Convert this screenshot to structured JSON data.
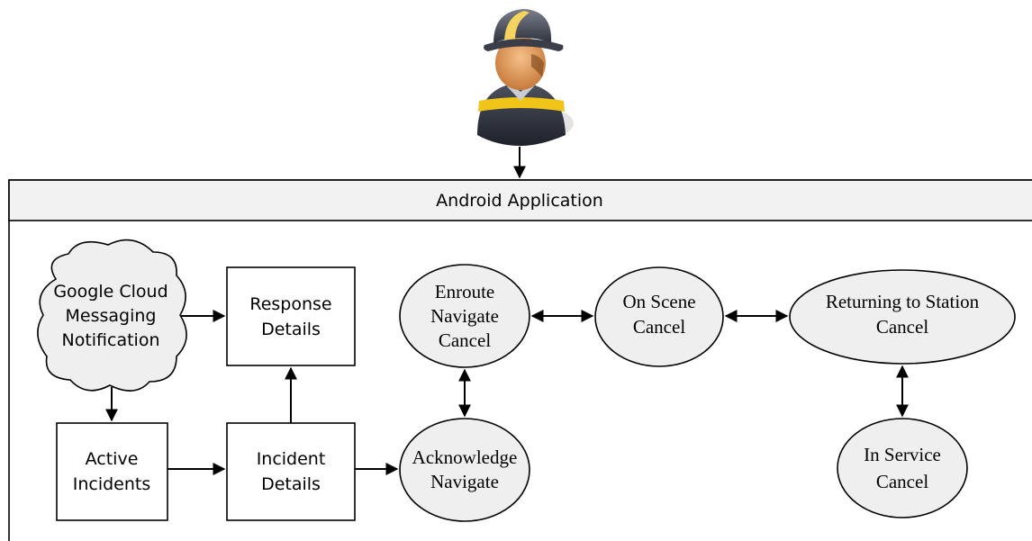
{
  "container": {
    "title": "Android Application"
  },
  "cloud": {
    "lines": [
      "Google Cloud",
      "Messaging",
      "Notification"
    ]
  },
  "boxes": {
    "response_details": [
      "Response",
      "Details"
    ],
    "active_incidents": [
      "Active",
      "Incidents"
    ],
    "incident_details": [
      "Incident",
      "Details"
    ]
  },
  "states": {
    "enroute": [
      "Enroute",
      "Navigate",
      "Cancel"
    ],
    "acknowledge": [
      "Acknowledge",
      "Navigate"
    ],
    "on_scene": [
      "On Scene",
      "Cancel"
    ],
    "returning": [
      "Returning to Station",
      "Cancel"
    ],
    "in_service": [
      "In Service",
      "Cancel"
    ]
  },
  "colors": {
    "line": "#000000",
    "header_bg": "#f2f2f2",
    "ellipse_fill": "#efefef"
  },
  "icons": {
    "user": "firefighter-icon"
  }
}
